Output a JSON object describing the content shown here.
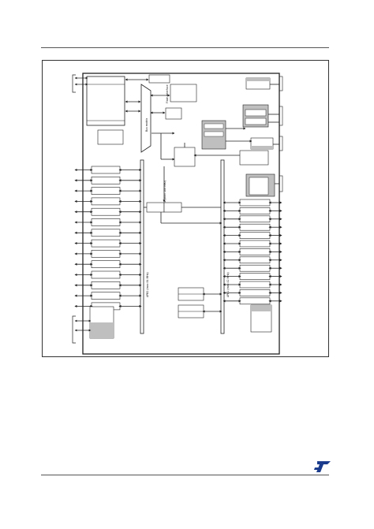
{
  "labels": {
    "bus_matrix": "Bus matrix",
    "apb2_bus": "APB2 (max 84 MHz)",
    "apb1_bus": "APB1 (max 42 MHz)",
    "ahb_bus": "AHB1 (max 168 MHz)",
    "flash_interface": "Flash interface"
  },
  "layout": {
    "left_peripheral_rows": 14,
    "right_peripheral_rows": 13,
    "lower_right_blocks": 2
  },
  "colors": {
    "line": "#222222",
    "shaded_block": "#bfbfbf",
    "logo": "#1b3c8c"
  },
  "logo": {
    "name": "st-logo"
  }
}
